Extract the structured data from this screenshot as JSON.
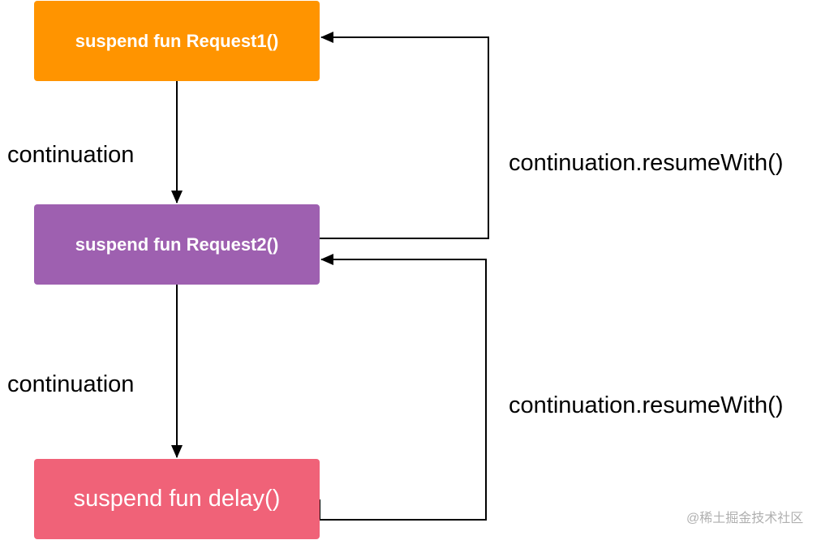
{
  "diagram": {
    "nodes": [
      {
        "id": "request1",
        "label": "suspend fun Request1()",
        "color": "#ff9400"
      },
      {
        "id": "request2",
        "label": "suspend fun Request2()",
        "color": "#9e60b0"
      },
      {
        "id": "delay",
        "label": "suspend fun delay()",
        "color": "#f06278"
      }
    ],
    "edges": [
      {
        "from": "request1",
        "to": "request2",
        "label": "continuation"
      },
      {
        "from": "request2",
        "to": "delay",
        "label": "continuation"
      },
      {
        "from": "request2",
        "to": "request1",
        "label": "continuation.resumeWith()"
      },
      {
        "from": "delay",
        "to": "request2",
        "label": "continuation.resumeWith()"
      }
    ],
    "watermark": "@稀土掘金技术社区"
  }
}
